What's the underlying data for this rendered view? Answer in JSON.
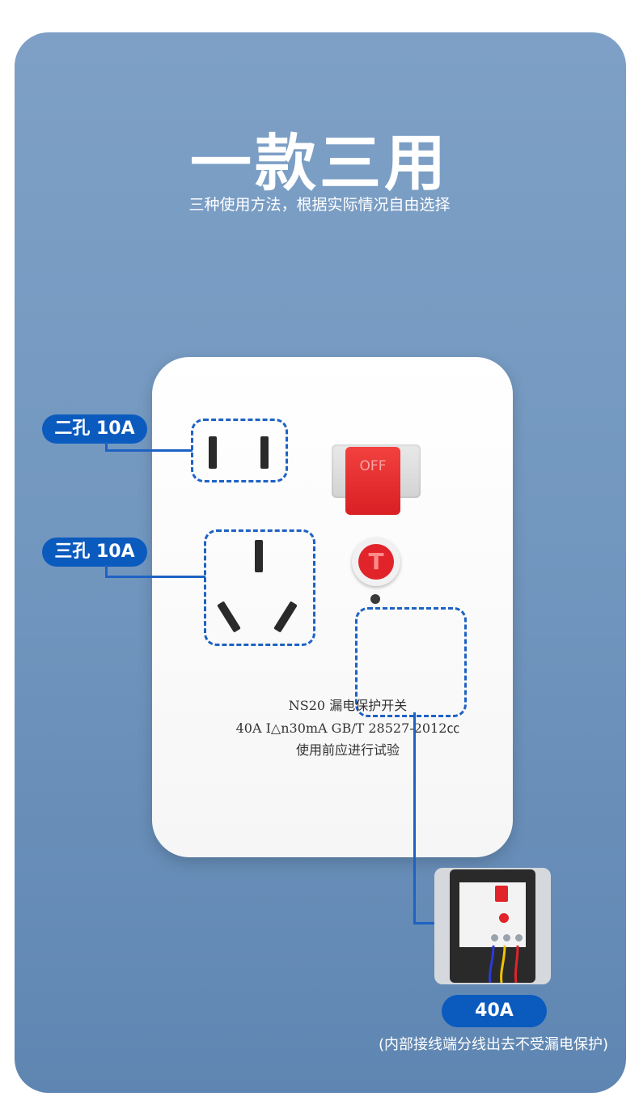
{
  "header": {
    "title": "一款三用",
    "subtitle": "三种使用方法，根据实际情况自由选择"
  },
  "callouts": {
    "two_pin": "二孔 10A",
    "three_pin": "三孔 10A",
    "terminal": "40A",
    "terminal_note": "(内部接线端分线出去不受漏电保护)"
  },
  "plate": {
    "switch_label": "OFF",
    "test_label": "T",
    "line1": "NS20  漏电保护开关",
    "line2": "40A I△n30mA GB/T 28527-2012㏄",
    "line3": "使用前应进行试验"
  },
  "colors": {
    "background": "#7398c0",
    "accent": "#0b5bbf",
    "switch_red": "#e0242a"
  }
}
